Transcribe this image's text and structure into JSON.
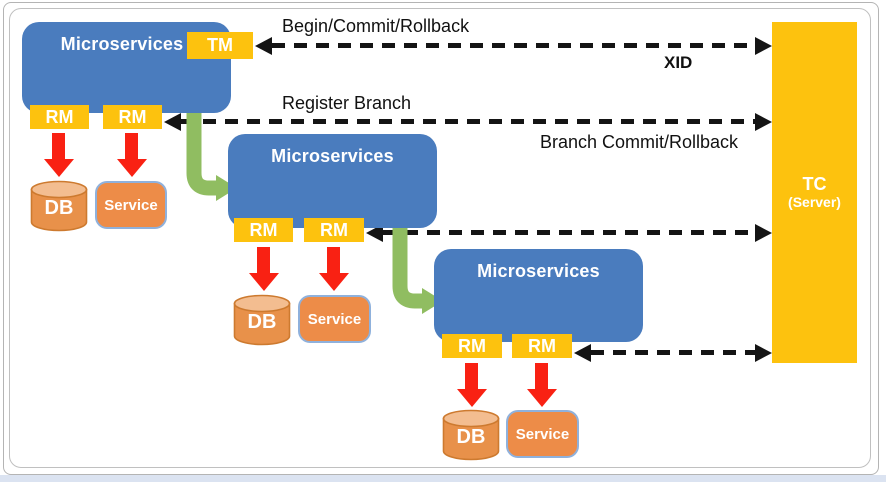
{
  "tc": {
    "title": "TC",
    "subtitle": "(Server)"
  },
  "ms": [
    {
      "label": "Microservices",
      "tm": "TM",
      "rm1": "RM",
      "rm2": "RM",
      "db": "DB",
      "service": "Service"
    },
    {
      "label": "Microservices",
      "rm1": "RM",
      "rm2": "RM",
      "db": "DB",
      "service": "Service"
    },
    {
      "label": "Microservices",
      "rm1": "RM",
      "rm2": "RM",
      "db": "DB",
      "service": "Service"
    }
  ],
  "arrow_labels": {
    "begin_commit_rollback": "Begin/Commit/Rollback",
    "xid": "XID",
    "register_branch": "Register Branch",
    "branch_commit_rollback": "Branch Commit/Rollback"
  },
  "colors": {
    "microservice_blue": "#4a7cbe",
    "badge_yellow": "#fdc20e",
    "orange": "#ed8c48",
    "db_top_orange": "#f3bd90",
    "green_arrow": "#90bd61",
    "red_arrow": "#f92113",
    "line_black": "#141414"
  }
}
